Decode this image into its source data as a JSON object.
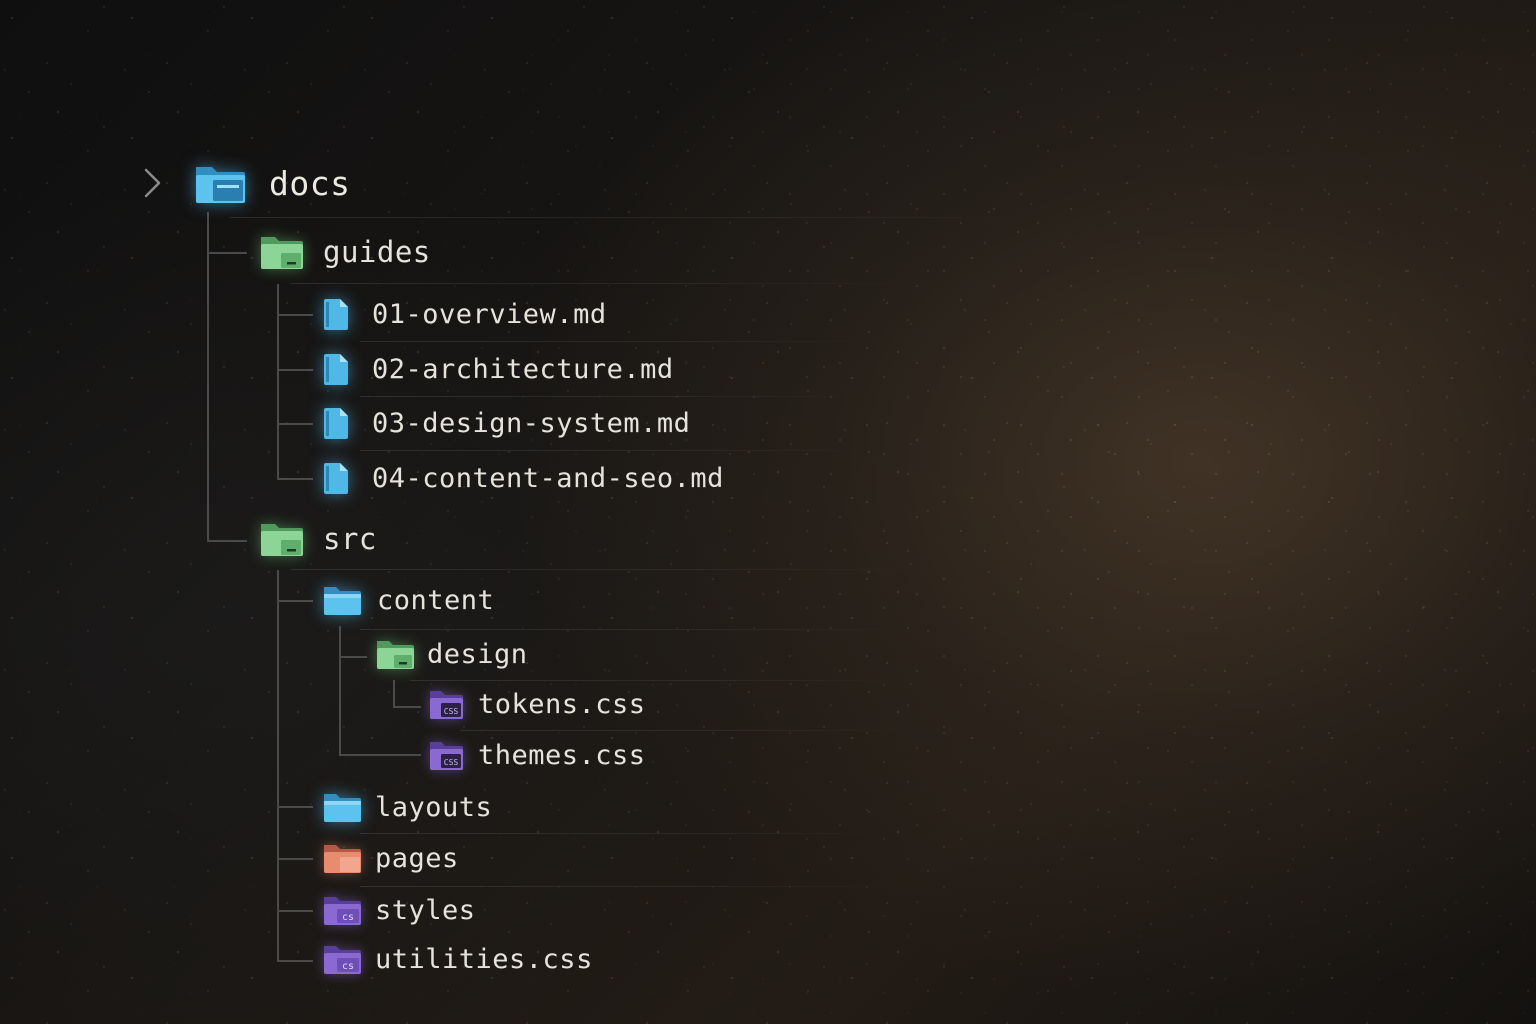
{
  "tree": {
    "root": {
      "label": "docs",
      "icon": "folder-open-icon",
      "color": "#4fb8e6"
    },
    "guides": {
      "label": "guides",
      "icon": "folder-icon",
      "color": "#7fcf86"
    },
    "guide_files": [
      {
        "label": "01-overview.md",
        "icon": "markdown-file-icon",
        "color": "#4fb8e6"
      },
      {
        "label": "02-architecture.md",
        "icon": "markdown-file-icon",
        "color": "#4fb8e6"
      },
      {
        "label": "03-design-system.md",
        "icon": "markdown-file-icon",
        "color": "#4fb8e6"
      },
      {
        "label": "04-content-and-seo.md",
        "icon": "markdown-file-icon",
        "color": "#4fb8e6"
      }
    ],
    "src": {
      "label": "src",
      "icon": "folder-icon",
      "color": "#7fcf86"
    },
    "content": {
      "label": "content",
      "icon": "folder-icon",
      "color": "#4fb8e6"
    },
    "design": {
      "label": "design",
      "icon": "folder-icon",
      "color": "#7fcf86"
    },
    "design_files": [
      {
        "label": "tokens.css",
        "icon": "css-folder-icon",
        "color": "#8a6ad0"
      },
      {
        "label": "themes.css",
        "icon": "css-folder-icon",
        "color": "#8a6ad0"
      }
    ],
    "layouts": {
      "label": "layouts",
      "icon": "folder-icon",
      "color": "#4fb8e6"
    },
    "pages": {
      "label": "pages",
      "icon": "folder-icon",
      "color": "#e88b6f"
    },
    "styles": {
      "label": "styles",
      "icon": "css-folder-icon",
      "color": "#8a6ad0"
    },
    "utilities": {
      "label": "utilities.css",
      "icon": "css-folder-icon",
      "color": "#8a6ad0"
    }
  }
}
